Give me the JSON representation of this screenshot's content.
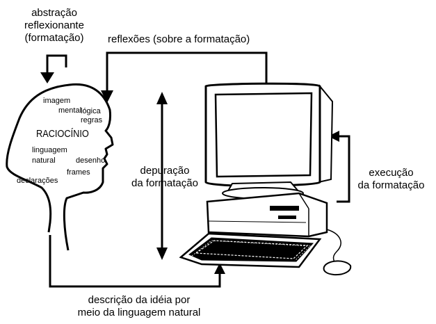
{
  "labels": {
    "abstracao": [
      "abstração",
      "reflexionante",
      "(formatação)"
    ],
    "reflexoes": "reflexões (sobre a formatação)",
    "depuracao": [
      "depuração",
      "da formatação"
    ],
    "execucao": [
      "execução",
      "da formatação"
    ],
    "descricao": [
      "descrição da idéia por",
      "meio da linguagem natural"
    ]
  },
  "head_words": {
    "imagem": "imagem",
    "mental": "mental",
    "logica": "lógica",
    "regras": "regras",
    "raciocinio": "RACIOCÍNIO",
    "linguagem": "linguagem",
    "natural": "natural",
    "desenho": "desenho",
    "frames": "frames",
    "declaracoes": "declarações"
  },
  "colors": {
    "ink": "#000000",
    "background": "#ffffff"
  }
}
